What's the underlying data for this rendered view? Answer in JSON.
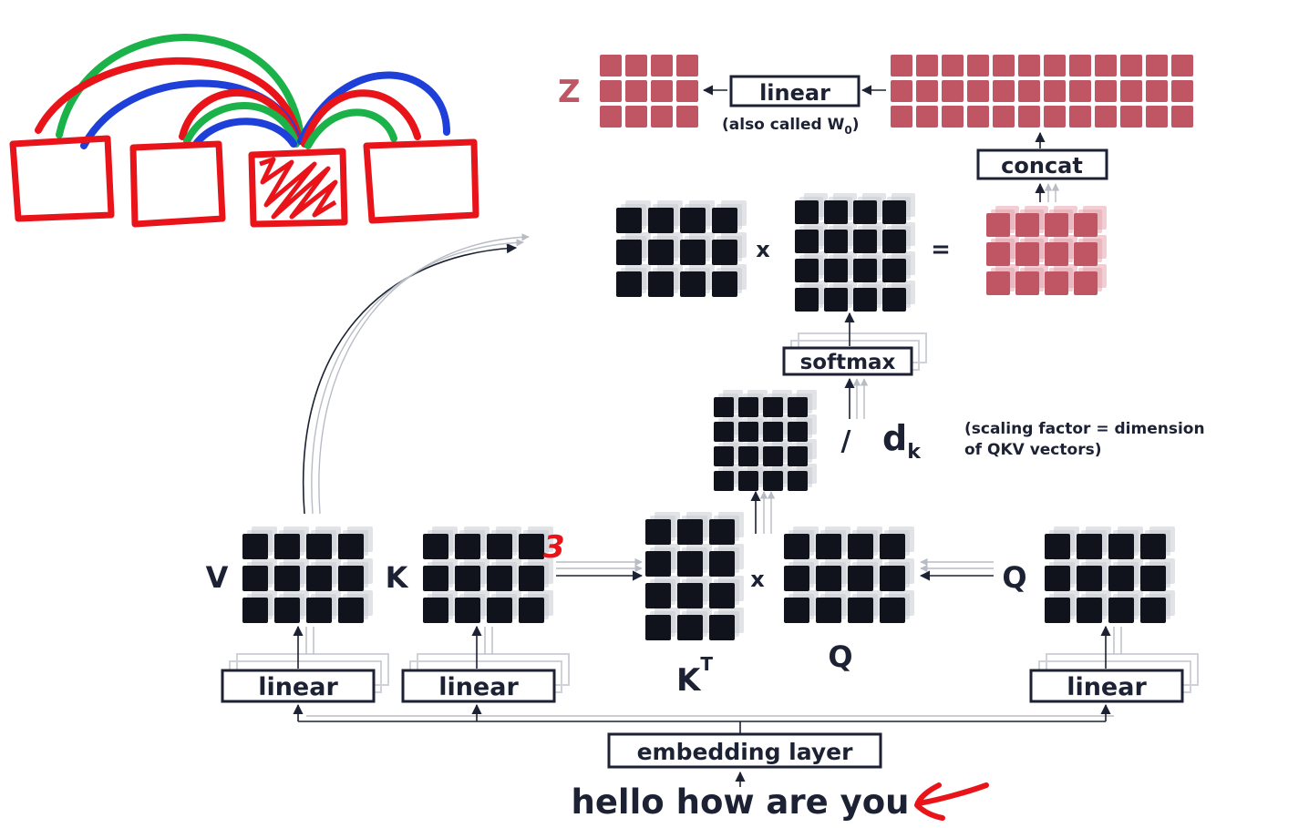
{
  "labels": {
    "z": "Z",
    "linear_top": "linear",
    "also_called": "(also called W",
    "also_called_sub": "0",
    "also_called_close": ")",
    "concat": "concat",
    "softmax": "softmax",
    "times_1": "x",
    "times_2": "x",
    "equals": "=",
    "slash": "/",
    "dk_main": "d",
    "dk_sub": "k",
    "scaling_line1": "(scaling factor = dimension",
    "scaling_line2": "of QKV vectors)",
    "v": "V",
    "k": "K",
    "q_right": "Q",
    "q_bottom": "Q",
    "kt_main": "K",
    "kt_sup": "T",
    "linear_v": "linear",
    "linear_k": "linear",
    "linear_q": "linear",
    "embedding": "embedding layer",
    "sentence": "hello how are you",
    "annotation_3": "3"
  },
  "colors": {
    "dark": "#1c2233",
    "block": "#10131c",
    "ghost": "#c9ccd2",
    "rose": "#c05563",
    "rose_light": "#e3a6ae",
    "ink_red": "#e8141a",
    "ink_green": "#1bb24a",
    "ink_blue": "#1e3fd8"
  },
  "icons": {
    "arrow": "arrow-icon",
    "red_pen_arrow": "red-pen-arrow-icon"
  }
}
